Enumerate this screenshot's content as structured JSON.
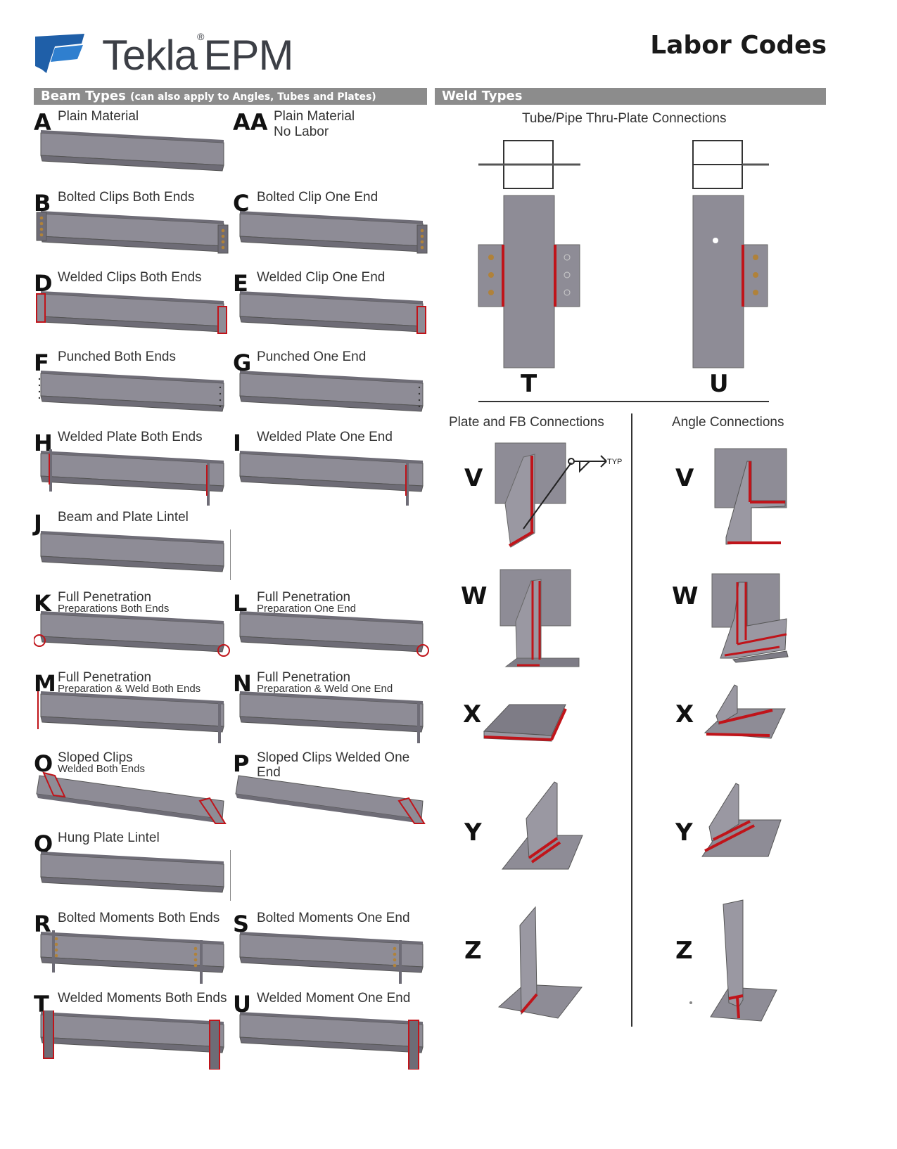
{
  "header": {
    "brand_name": "Tekla",
    "brand_product": "EPM",
    "brand_reg": "®",
    "title": "Labor Codes"
  },
  "beam_section": {
    "title": "Beam Types",
    "note": "(can also apply to Angles, Tubes and Plates)",
    "items": [
      {
        "code": "A",
        "label": "Plain Material",
        "sub": ""
      },
      {
        "code": "AA",
        "label": "Plain Material",
        "sub": "No Labor"
      },
      {
        "code": "B",
        "label": "Bolted Clips Both Ends",
        "sub": ""
      },
      {
        "code": "C",
        "label": "Bolted Clip One End",
        "sub": ""
      },
      {
        "code": "D",
        "label": "Welded Clips Both Ends",
        "sub": ""
      },
      {
        "code": "E",
        "label": "Welded Clip One End",
        "sub": ""
      },
      {
        "code": "F",
        "label": "Punched Both Ends",
        "sub": ""
      },
      {
        "code": "G",
        "label": "Punched One End",
        "sub": ""
      },
      {
        "code": "H",
        "label": "Welded Plate Both Ends",
        "sub": ""
      },
      {
        "code": "I",
        "label": "Welded Plate One End",
        "sub": ""
      },
      {
        "code": "J",
        "label": "Beam and Plate Lintel",
        "sub": ""
      },
      {
        "code": "K",
        "label": "Full Penetration",
        "sub": "Preparations Both Ends"
      },
      {
        "code": "L",
        "label": "Full Penetration",
        "sub": "Preparation One End"
      },
      {
        "code": "M",
        "label": "Full Penetration",
        "sub": "Preparation & Weld Both Ends"
      },
      {
        "code": "N",
        "label": "Full Penetration",
        "sub": "Preparation & Weld One End"
      },
      {
        "code": "O",
        "label": "Sloped Clips",
        "sub": "Welded Both Ends"
      },
      {
        "code": "P",
        "label": "Sloped Clips Welded One End",
        "sub": ""
      },
      {
        "code": "Q",
        "label": "Hung Plate Lintel",
        "sub": ""
      },
      {
        "code": "R",
        "label": "Bolted Moments Both Ends",
        "sub": ""
      },
      {
        "code": "S",
        "label": "Bolted Moments One End",
        "sub": ""
      },
      {
        "code": "T",
        "label": "Welded Moments Both Ends",
        "sub": ""
      },
      {
        "code": "U",
        "label": "Welded Moment One End",
        "sub": ""
      }
    ]
  },
  "weld_section": {
    "title": "Weld Types",
    "tube_heading": "Tube/Pipe Thru-Plate Connections",
    "tube_codes": [
      "T",
      "U"
    ],
    "plate_heading": "Plate and FB Connections",
    "angle_heading": "Angle Connections",
    "typ_label": "TYP",
    "plate_codes": [
      "V",
      "W",
      "X",
      "Y",
      "Z"
    ],
    "angle_codes": [
      "V",
      "W",
      "X",
      "Y",
      "Z"
    ]
  },
  "colors": {
    "steel": "#8e8c96",
    "steel_dark": "#6e6c76",
    "weld": "#c0141a",
    "bar": "#8c8c8c"
  }
}
